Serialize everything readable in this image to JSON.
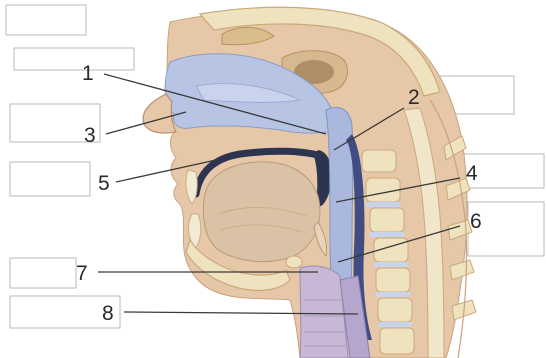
{
  "labels": [
    {
      "id": "1",
      "text": "1"
    },
    {
      "id": "2",
      "text": "2"
    },
    {
      "id": "3",
      "text": "3"
    },
    {
      "id": "4",
      "text": "4"
    },
    {
      "id": "5",
      "text": "5"
    },
    {
      "id": "6",
      "text": "6"
    },
    {
      "id": "7",
      "text": "7"
    },
    {
      "id": "8",
      "text": "8"
    }
  ],
  "colors": {
    "skin": "#e6c7a8",
    "skin_light": "#f2dfca",
    "bone": "#efe3bf",
    "bone_outline": "#caa877",
    "airway": "#a9b8dc",
    "airway_light": "#c8d2ec",
    "pharynx": "#4a5a8c",
    "palate": "#2d3450",
    "tongue": "#d9c2a6",
    "muscle": "#d8b89a",
    "disc": "#c7d4ea"
  }
}
